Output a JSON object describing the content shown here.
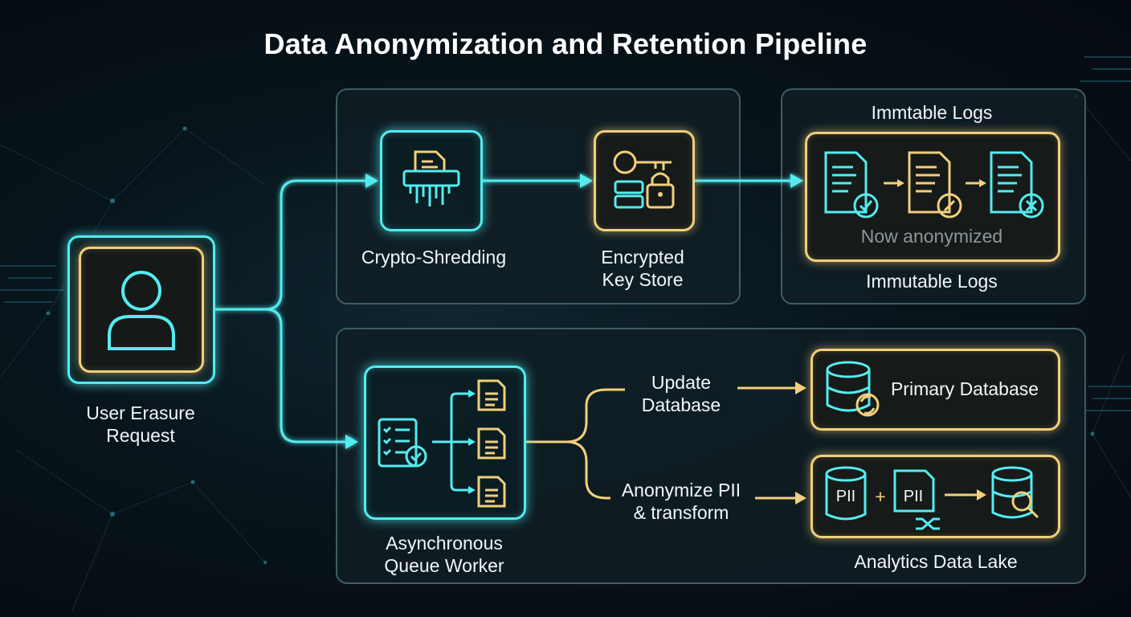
{
  "title": "Data Anonymization and Retention Pipeline",
  "user": {
    "label": "User Erasure\nRequest"
  },
  "crypto_panel": {
    "shredding_label": "Crypto-Shredding",
    "keystore_label": "Encrypted\nKey Store"
  },
  "logs_panel": {
    "top_label": "Immtable Logs",
    "note": "Now anonymized",
    "bottom_label": "Immutable Logs"
  },
  "queue_panel": {
    "worker_label": "Asynchronous\nQueue Worker",
    "update_label": "Update\nDatabase",
    "anonymize_label": "Anonymize PII\n& transform",
    "primary_db_label": "Primary Database",
    "lake_label": "Analytics Data Lake",
    "pii_a": "PII",
    "plus": "+",
    "pii_b": "PII"
  },
  "colors": {
    "cyan": "#53ecf0",
    "gold": "#f1cf7c",
    "background": "#07131a"
  }
}
